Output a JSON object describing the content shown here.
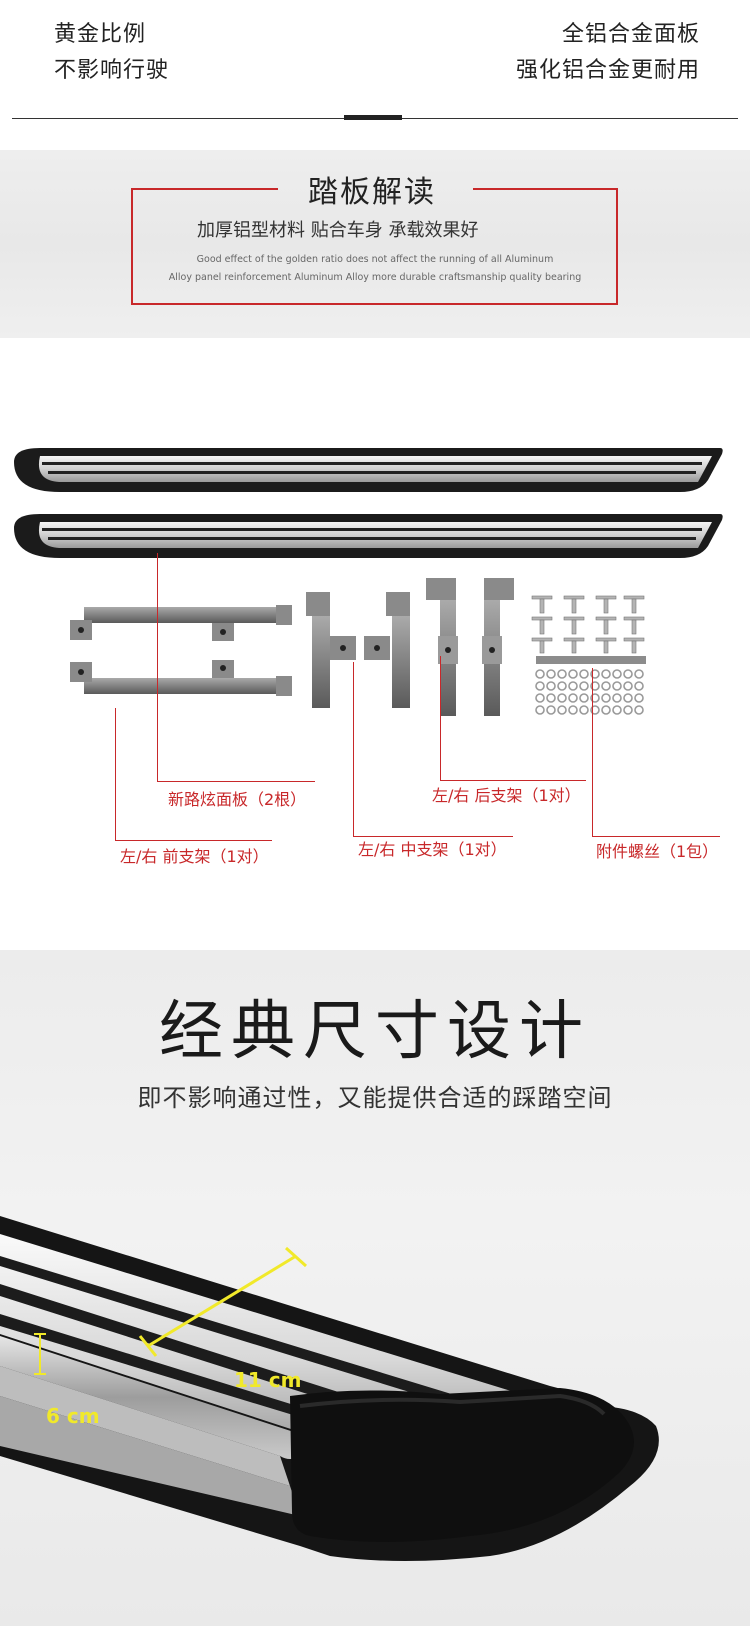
{
  "top": {
    "left_line1": "黄金比例",
    "left_line2": "不影响行驶",
    "right_line1": "全铝合金面板",
    "right_line2": "强化铝合金更耐用"
  },
  "interpretation": {
    "title": "踏板解读",
    "subtitle": "加厚铝型材料 贴合车身 承载效果好",
    "en_line1": "Good effect of the golden ratio does not affect the running of all Aluminum",
    "en_line2": "Alloy panel reinforcement Aluminum Alloy more durable craftsmanship quality bearing"
  },
  "parts": {
    "panel": "新路炫面板（2根）",
    "front_bracket": "左/右 前支架（1对）",
    "middle_bracket": "左/右 中支架（1对）",
    "rear_bracket": "左/右 后支架（1对）",
    "screws": "附件螺丝（1包）"
  },
  "design": {
    "title": "经典尺寸设计",
    "subtitle": "即不影响通过性，又能提供合适的踩踏空间",
    "width_label": "11 cm",
    "height_label": "6 cm"
  },
  "colors": {
    "accent_red": "#c8282a",
    "dimension_yellow": "#f1e92a"
  }
}
